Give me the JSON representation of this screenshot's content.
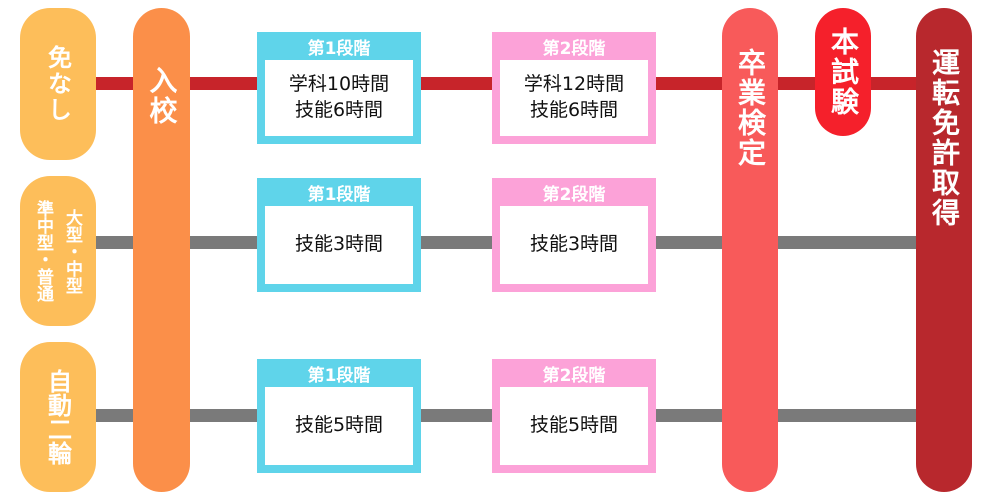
{
  "colors": {
    "red_line": "#c7242a",
    "gray_line": "#7a7a7a",
    "cyan": "#5fd4ea",
    "pink": "#fca2d8",
    "yellow": "#fdbe5a",
    "orange": "#fb8f49",
    "coral": "#f85a5a",
    "bright_red": "#f5202b",
    "dark_red": "#b8282d"
  },
  "categories": {
    "menkyo_nashi": "免なし",
    "futsuu_a": "準中型・普通",
    "futsuu_b": "大型・中型",
    "nirin": "自動二輪"
  },
  "nyuukou": "入校",
  "sotsugyou": "卒業検定",
  "honshiken": "本試験",
  "shutoku": "運転免許取得",
  "rows": [
    {
      "stage1": {
        "header": "第1段階",
        "line1": "学科10時間",
        "line2": "技能6時間"
      },
      "stage2": {
        "header": "第2段階",
        "line1": "学科12時間",
        "line2": "技能6時間"
      }
    },
    {
      "stage1": {
        "header": "第1段階",
        "line1": "技能3時間"
      },
      "stage2": {
        "header": "第2段階",
        "line1": "技能3時間"
      }
    },
    {
      "stage1": {
        "header": "第1段階",
        "line1": "技能5時間"
      },
      "stage2": {
        "header": "第2段階",
        "line1": "技能5時間"
      }
    }
  ]
}
